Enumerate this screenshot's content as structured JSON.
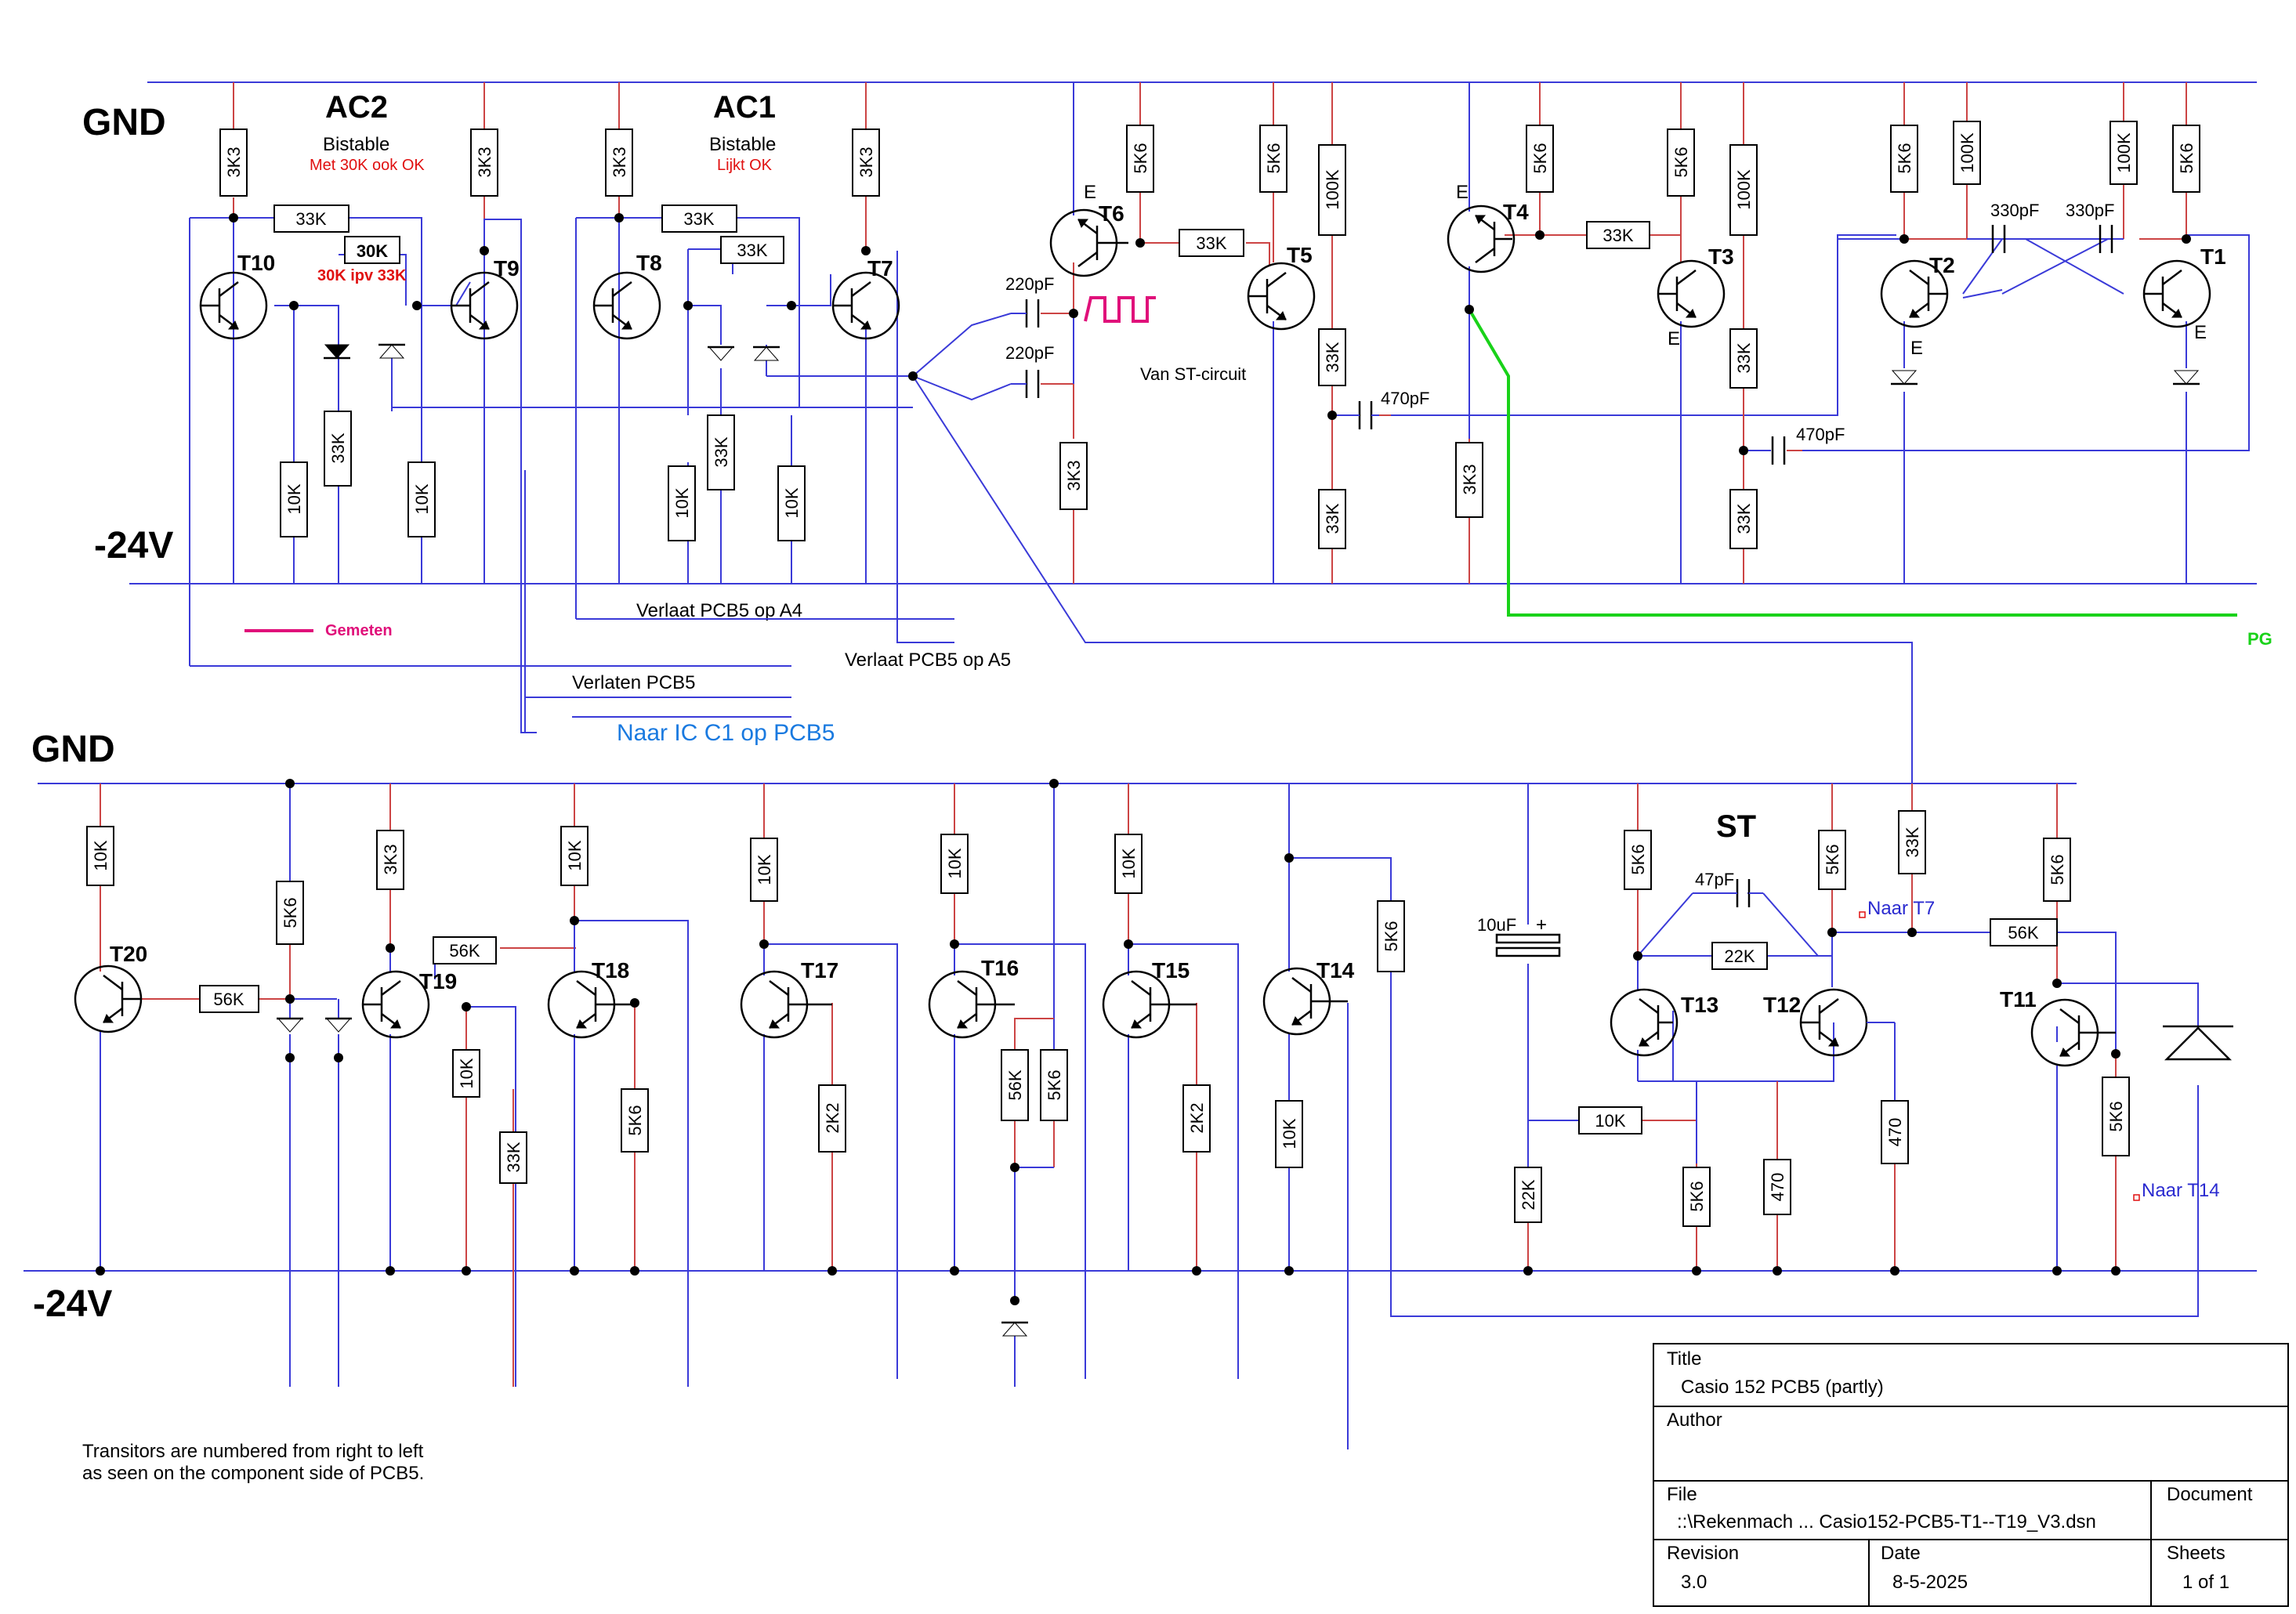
{
  "rails": {
    "gnd_top": "GND",
    "neg_top": "-24V",
    "gnd_bottom": "GND",
    "neg_bottom": "-24V"
  },
  "headings": {
    "ac2": "AC2",
    "ac2_sub": "Bistable",
    "ac2_note": "Met 30K ook OK",
    "ac1": "AC1",
    "ac1_sub": "Bistable",
    "ac1_note": "Lijkt OK",
    "st": "ST"
  },
  "notes": {
    "r30k_note": "30K ipv 33K",
    "van_st": "Van ST-circuit",
    "gemeten": "Gemeten",
    "verlaat_a4": "Verlaat PCB5 op A4",
    "verlaat_a5": "Verlaat PCB5 op A5",
    "verlaten": "Verlaten PCB5",
    "naar_ic": "Naar IC C1 op PCB5",
    "pg": "PG",
    "naar_t7": "Naar T7",
    "naar_t14": "Naar T14",
    "numbering_1": "Transitors are numbered from right to left",
    "numbering_2": "as seen on the component side of PCB5."
  },
  "transistors": {
    "T1": "T1",
    "T2": "T2",
    "T3": "T3",
    "T4": "T4",
    "T5": "T5",
    "T6": "T6",
    "T7": "T7",
    "T8": "T8",
    "T9": "T9",
    "T10": "T10",
    "T11": "T11",
    "T12": "T12",
    "T13": "T13",
    "T14": "T14",
    "T15": "T15",
    "T16": "T16",
    "T17": "T17",
    "T18": "T18",
    "T19": "T19",
    "T20": "T20",
    "emitter": "E"
  },
  "resistors": {
    "r_3k3": "3K3",
    "r_5k6": "5K6",
    "r_100k": "100K",
    "r_33k": "33K",
    "r_30k": "30K",
    "r_10k": "10K",
    "r_56k": "56K",
    "r_22k": "22K",
    "r_2k2": "2K2",
    "r_470": "470"
  },
  "capacitors": {
    "c_220pf": "220pF",
    "c_470pf": "470pF",
    "c_330pf": "330pF",
    "c_47pf": "47pF",
    "c_10uf": "10uF",
    "plus": "+"
  },
  "title_block": {
    "title_label": "Title",
    "title_value": "Casio 152 PCB5 (partly)",
    "author_label": "Author",
    "file_label": "File",
    "file_value": "::\\Rekenmach ... Casio152-PCB5-T1--T19_V3.dsn",
    "document_label": "Document",
    "revision_label": "Revision",
    "revision_value": "3.0",
    "date_label": "Date",
    "date_value": "8-5-2025",
    "sheets_label": "Sheets",
    "sheets_value": "1 of 1"
  },
  "colors": {
    "wire": "#3a3ad8",
    "lead": "#cc4444",
    "pg_wire": "#19d219",
    "note_red": "#e01010",
    "measured": "#e0107a",
    "link_blue": "#1a7ae0"
  }
}
